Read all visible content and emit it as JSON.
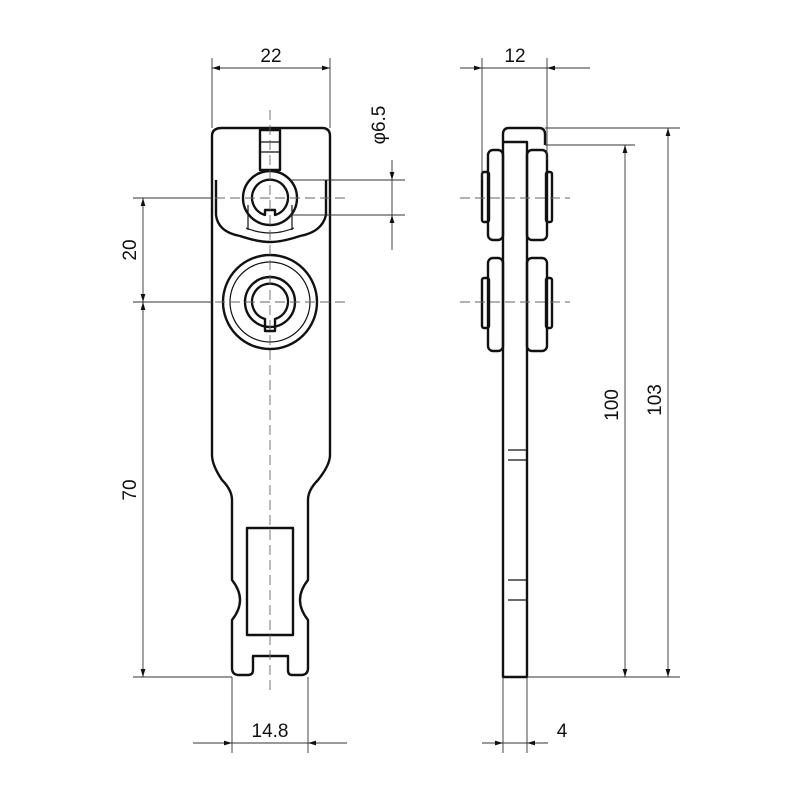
{
  "drawing": {
    "front_view": {
      "width_label": "22",
      "hole_diameter_label": "φ6.5",
      "hole_spacing_label": "20",
      "lower_length_label": "70",
      "neck_width_label": "14.8"
    },
    "side_view": {
      "thickness_overall_label": "12",
      "plate_thickness_label": "4",
      "length_label": "100",
      "overall_length_label": "103"
    }
  }
}
